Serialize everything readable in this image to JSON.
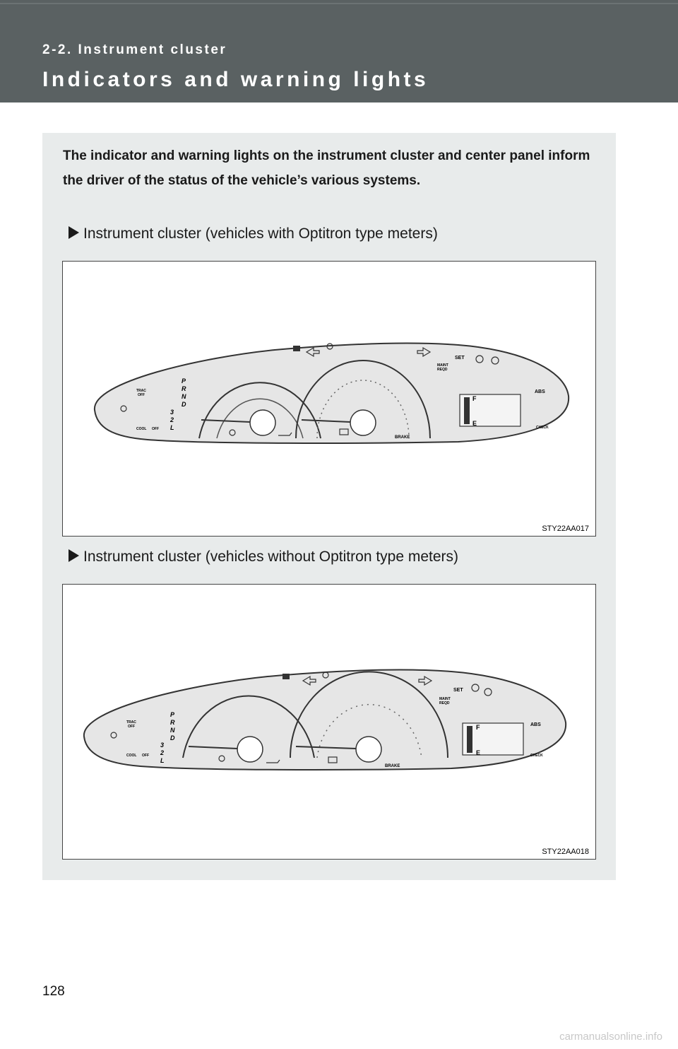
{
  "header": {
    "section_label": "2-2. Instrument cluster",
    "title": "Indicators and warning lights"
  },
  "intro_text": "The indicator and warning lights on the instrument cluster and center panel inform the driver of the status of the vehicle’s various systems.",
  "figures": [
    {
      "caption": "Instrument cluster (vehicles with Optitron type meters)",
      "code": "STY22AA017",
      "labels": {
        "trac_off": [
          "TRAC",
          "OFF"
        ],
        "cool": "COOL",
        "off": "OFF",
        "gears_top": [
          "P",
          "R",
          "N",
          "D"
        ],
        "gears_bottom": [
          "3",
          "2",
          "L"
        ],
        "set": "SET",
        "maint": [
          "MAINT",
          "REQD"
        ],
        "abs": "ABS",
        "fuel_full": "F",
        "fuel_empty": "E",
        "brake": "BRAKE",
        "check": "CHECK"
      }
    },
    {
      "caption": "Instrument cluster (vehicles without Optitron type meters)",
      "code": "STY22AA018",
      "labels": {
        "trac_off": [
          "TRAC",
          "OFF"
        ],
        "cool": "COOL",
        "off": "OFF",
        "gears_top": [
          "P",
          "R",
          "N",
          "D"
        ],
        "gears_bottom": [
          "3",
          "2",
          "L"
        ],
        "set": "SET",
        "maint": [
          "MAINT",
          "REQD"
        ],
        "abs": "ABS",
        "fuel_full": "F",
        "fuel_empty": "E",
        "brake": "BRAKE",
        "check": "CHECK"
      }
    }
  ],
  "page_number": "128",
  "watermark": "carmanualsonline.info"
}
